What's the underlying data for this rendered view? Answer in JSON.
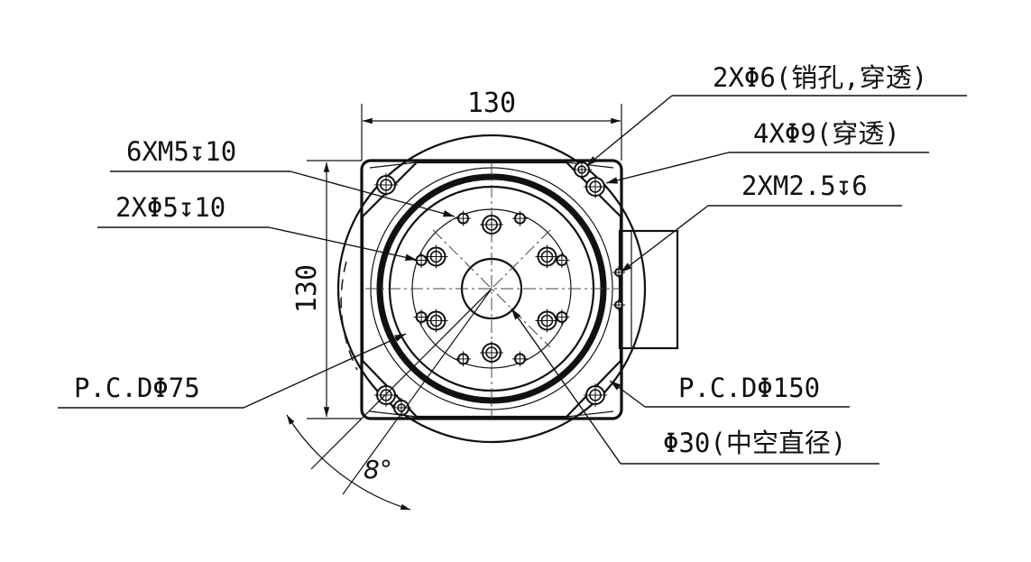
{
  "dimensions": {
    "width": "130",
    "height": "130",
    "angle": "8°"
  },
  "callouts": {
    "pin_holes": "2XΦ6(销孔,穿透)",
    "through_holes": "4XΦ9(穿透)",
    "m25_holes": "2XM2.5↧6",
    "m5_holes": "6XM5↧10",
    "d5_holes": "2XΦ5↧10",
    "pcd75": "P.C.DΦ75",
    "pcd150": "P.C.DΦ150",
    "hollow": "Φ30(中空直径)"
  },
  "colors": {
    "line": "#111111",
    "background": "#ffffff"
  }
}
